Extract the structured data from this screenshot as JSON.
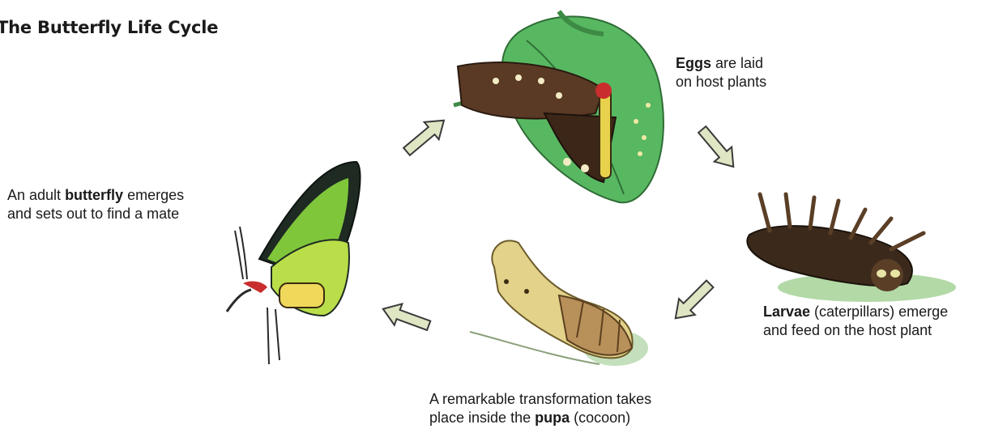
{
  "title": "The Butterfly Life Cycle",
  "stages": {
    "eggs": {
      "bold": "Eggs",
      "line1_rest": " are laid",
      "line2": "on host plants"
    },
    "larvae": {
      "bold": "Larvae",
      "line1_rest": " (caterpillars) emerge",
      "line2": "and feed on the host plant"
    },
    "pupa": {
      "line1": "A remarkable transformation takes",
      "line2_pre": "place inside the ",
      "bold": "pupa",
      "line2_post": " (cocoon)"
    },
    "adult": {
      "line1_pre": "An adult ",
      "bold": "butterfly",
      "line1_post": " emerges",
      "line2": "and sets out to find a mate"
    }
  },
  "colors": {
    "arrow_fill": "#dfe6c4",
    "arrow_stroke": "#3a3a3a",
    "leaf": "#4fae5a",
    "wing_green": "#7fc63b",
    "wing_dark": "#1e2a22",
    "caterpillar": "#3b2a1c",
    "pupa": "#e2d28a"
  }
}
